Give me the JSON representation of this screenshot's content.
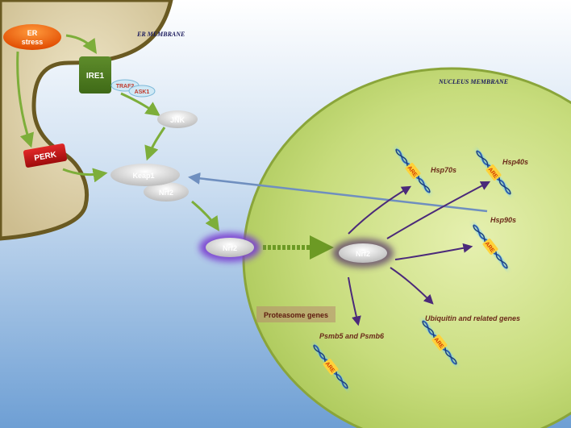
{
  "colors": {
    "sky_top": "#ffffff",
    "sky_bottom": "#6e9fd4",
    "cytoplasm": "#d8cba4",
    "er_border": "#6a5a22",
    "nucleus": "#b8d468",
    "nucleus_border": "#8aa53a",
    "green_arrow": "#7dae3a",
    "purple_arrow": "#4b2a7a",
    "blue_arrow": "#6f8fbf",
    "dna": "#2f5fae",
    "dna_glow": "#66ccff"
  },
  "labels": {
    "er_stress_line1": "ER",
    "er_stress_line2": "stress",
    "er_membrane": "ER MEMBRANE",
    "nucleus_membrane": "NUCLEUS MEMBRANE",
    "ire1": "IRE1",
    "traf2": "TRAF2",
    "ask1": "ASK1",
    "jnk": "JNK",
    "perk": "PERK",
    "keap1": "Keap1",
    "nrf2_complex": "Nrf2",
    "nrf2_cyto": "Nrf2",
    "nrf2_nuclear": "Nrf2",
    "proteasome_genes": "Proteasome genes",
    "hsp70": "Hsp70s",
    "hsp40": "Hsp40s",
    "hsp90": "Hsp90s",
    "ubiquitin": "Ubiquitin and related genes",
    "psmb": "Psmb5 and Psmb6"
  },
  "dna_elements": [
    {
      "id": "hsp70",
      "text": "ARE"
    },
    {
      "id": "hsp40",
      "text": "ARE"
    },
    {
      "id": "hsp90",
      "text": "ARE"
    },
    {
      "id": "ubiquitin",
      "text": "ARE"
    },
    {
      "id": "psmb",
      "text": "ARE"
    }
  ]
}
